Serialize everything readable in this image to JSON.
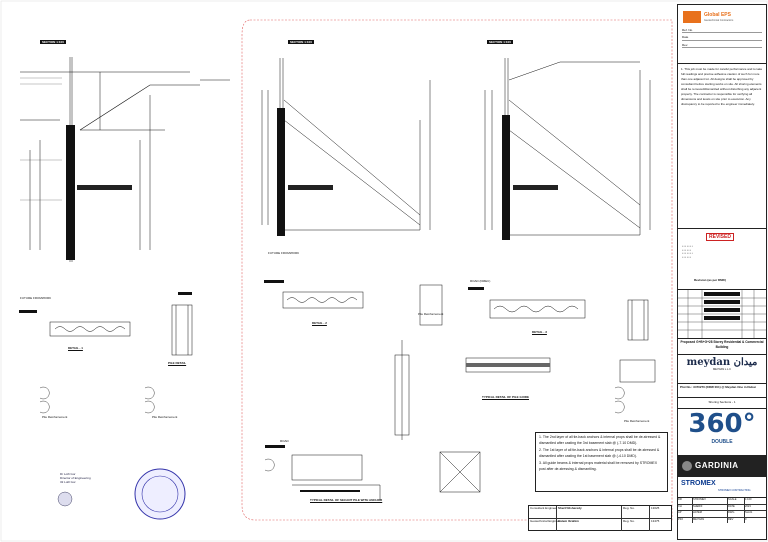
{
  "drawing": {
    "sections": [
      {
        "label": "SECTION",
        "scale": "1:100"
      },
      {
        "label": "SECTION",
        "scale": "1:100"
      },
      {
        "label": "SECTION",
        "scale": "1:100"
      }
    ],
    "details": [
      {
        "caption": "DETAIL - 1",
        "heading": "FUTURE FROMWORK"
      },
      {
        "caption": "DETAIL - 2",
        "heading": "FUTURE FROMWORK"
      },
      {
        "caption": "DETAIL - 3",
        "heading": "ROAD (DMEC)"
      },
      {
        "caption": "TYPICAL DETAIL OF PILE GUIDE",
        "heading": ""
      },
      {
        "caption": "PILE DETAIL",
        "heading": ""
      }
    ],
    "section_footer": "TYPICAL DETAIL OF SECANT PILE WITH ANCHOR",
    "pile_reinforcement_label": "Pile Reinforcement",
    "road_label": "ROAD",
    "notes_box": [
      "1. The 2nd layer of all tie-back anchors & internal props shall be de-stressed & dismantled after casting the 3rd basement slab @ (-7.10 DMD).",
      "2. The 1st layer of all tie-back anchors & internal props shall be de-stressed & dismantled after casting the 1st basement slab @ (-4.10 DMD).",
      "3. All guide beams & internal props material shall be removed by STROMEX post after de-stressing & dismantling."
    ],
    "stamp_text": "Dr Lotfi Gor\nDirector of Engineering\n32 Lotfi Gor"
  },
  "bottom_box": {
    "rows": [
      {
        "role": "Consultant Engineer",
        "name": "Sherif Elsheredy",
        "field": "Reg. No.",
        "value": "13025"
      },
      {
        "role": "Geotechnical Engineer",
        "name": "Hatem Ibrahim",
        "field": "Reg. No.",
        "value": "13475"
      }
    ]
  },
  "title_block": {
    "company": "Global EPS",
    "company_sub": "Geotechnical Contractors",
    "client_lines": [
      "Ref. No.",
      "Date",
      "Rev."
    ],
    "general_notes": "1. This job must be made for careful performance and to take full readings and precise adhesive caution of such for more than one adjacent lot. All designs shall be approved by consultant before starting works on site. All shoring elements shall be removed/dismantled without disturbing any adjacent property. The contractor is responsible for verifying all dimensions and levels on site prior to execution. Any discrepancy to be reported to the engineer immediately.",
    "revision_stamp": "REVISED",
    "rev_label": "Revision (as per DMD)",
    "project": "Proposed G+B+G+28 Storey Residential & Commercial Building",
    "brand": "meydan",
    "brand_arabic": "ميدان",
    "brand_sub": "MEYDAN L.L.C",
    "plot_text": "Plot No.: 3470270 (DRW 001) @ Meydan One in Dubai",
    "drawing_title": "Shoring Sections - 1",
    "logo_360": "360°",
    "logo_360_sub": "DOUBLE",
    "logo_gardinia": "GARDINIA",
    "logo_stromex": "STROMEX",
    "logo_stromex_sub": "STROMEX CONTRACTING",
    "footer_rows": [
      [
        "DR",
        "STROMEX",
        "SCALE",
        "1:100"
      ],
      [
        "CH",
        "SHERIF",
        "DATE",
        "2023"
      ],
      [
        "AP",
        "HATEM",
        "DWG",
        "SH-01"
      ],
      [
        "PRJ",
        "MEYDAN",
        "REV",
        "0"
      ]
    ]
  }
}
